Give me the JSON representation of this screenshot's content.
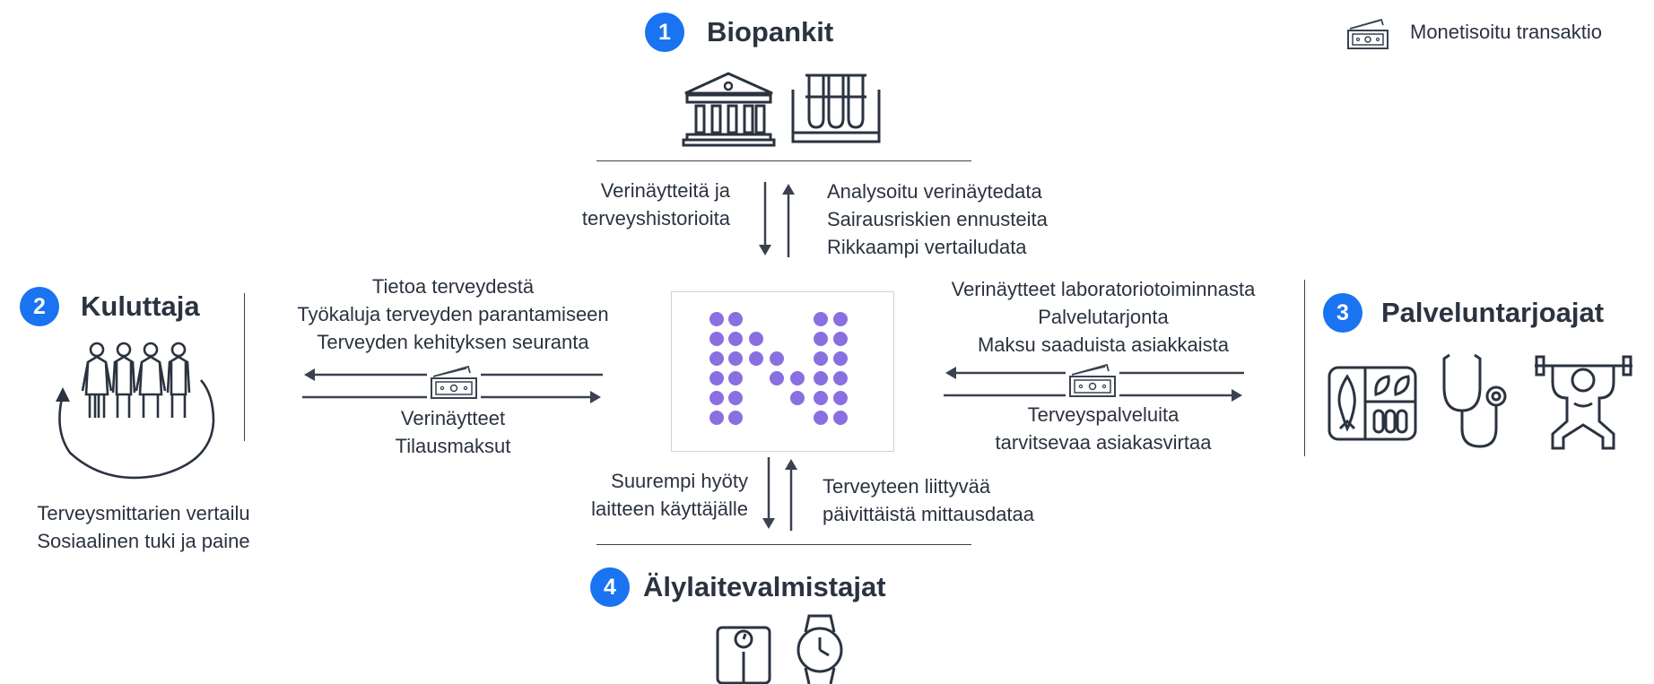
{
  "legend": {
    "icon": "money-icon",
    "label": "Monetisoitu transaktio"
  },
  "nodes": {
    "biopankit": {
      "number": "1",
      "title": "Biopankit"
    },
    "kuluttaja": {
      "number": "2",
      "title": "Kuluttaja"
    },
    "palveluntarjoajat": {
      "number": "3",
      "title": "Palveluntarjoajat"
    },
    "alylaitevalmistajat": {
      "number": "4",
      "title": "Älylaitevalmistajat"
    }
  },
  "flows": {
    "to_biobank": [
      "Verinäytteitä ja",
      "terveyshistorioita"
    ],
    "from_biobank": [
      "Analysoitu verinäytedata",
      "Sairausriskien ennusteita",
      "Rikkaampi vertailudata"
    ],
    "to_consumer": [
      "Tietoa terveydestä",
      "Työkaluja terveyden parantamiseen",
      "Terveyden kehityksen seuranta"
    ],
    "from_consumer": [
      "Verinäytteet",
      "Tilausmaksut"
    ],
    "from_provider": [
      "Verinäytteet laboratoriotoiminnasta",
      "Palvelutarjonta",
      "Maksu saaduista asiakkaista"
    ],
    "to_provider": [
      "Terveyspalveluita",
      "tarvitsevaa asiakasvirtaa"
    ],
    "to_device_maker": [
      "Suurempi hyöty",
      "laitteen käyttäjälle"
    ],
    "from_device_maker": [
      "Terveyteen liittyvää",
      "päivittäistä mittausdataa"
    ]
  },
  "consumer_loop": [
    "Terveysmittarien vertailu",
    "Sosiaalinen tuki ja paine"
  ],
  "colors": {
    "badge": "#1a73f0",
    "logo_dot": "#8a6fe0",
    "line": "#3a4250"
  }
}
